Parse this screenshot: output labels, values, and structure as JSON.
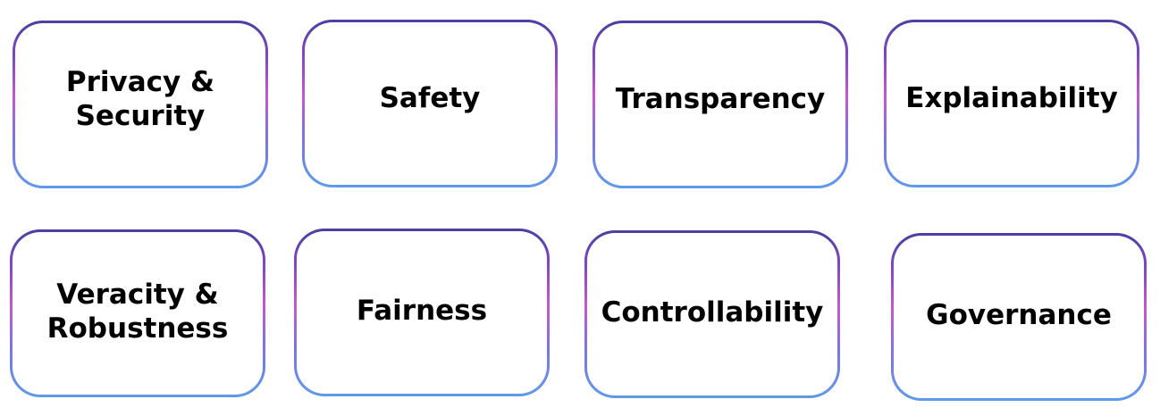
{
  "cards": [
    {
      "label": "Privacy &\nSecurity"
    },
    {
      "label": "Safety"
    },
    {
      "label": "Transparency"
    },
    {
      "label": "Explainability"
    },
    {
      "label": "Veracity &\nRobustness"
    },
    {
      "label": "Fairness"
    },
    {
      "label": "Controllability"
    },
    {
      "label": "Governance"
    }
  ],
  "colors": {
    "border_top": "#4a3fa0",
    "border_middle": "#c558c8",
    "border_bottom": "#5f9ae8",
    "text": "#000000",
    "background": "#ffffff"
  }
}
